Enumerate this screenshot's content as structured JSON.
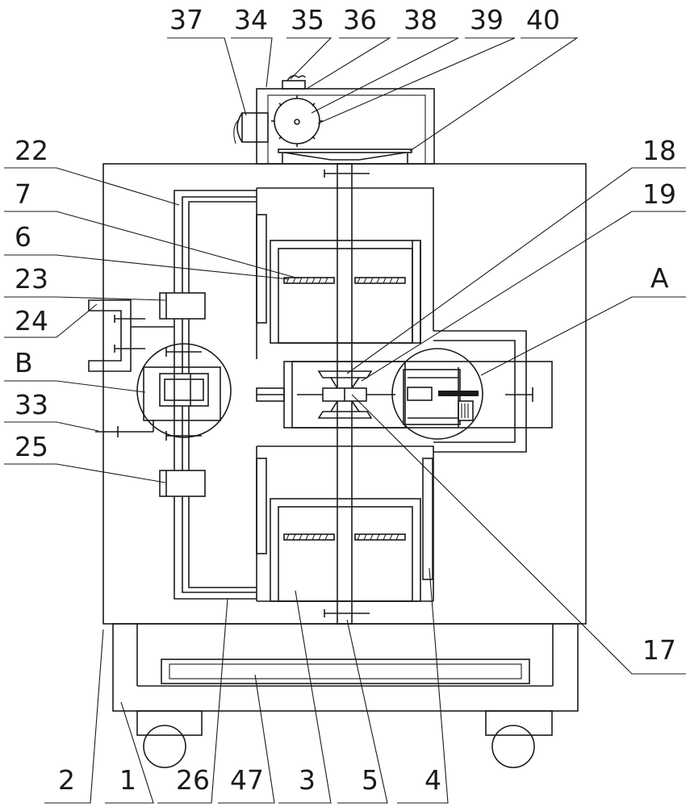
{
  "labels": {
    "l37": "37",
    "l34": "34",
    "l35": "35",
    "l36": "36",
    "l38": "38",
    "l39": "39",
    "l40": "40",
    "l22": "22",
    "l7": "7",
    "l6": "6",
    "l23": "23",
    "l24": "24",
    "lB": "B",
    "l33": "33",
    "l25": "25",
    "l18": "18",
    "l19": "19",
    "lA": "A",
    "l17": "17",
    "l2": "2",
    "l1": "1",
    "l26": "26",
    "l47": "47",
    "l3": "3",
    "l5": "5",
    "l4": "4"
  }
}
